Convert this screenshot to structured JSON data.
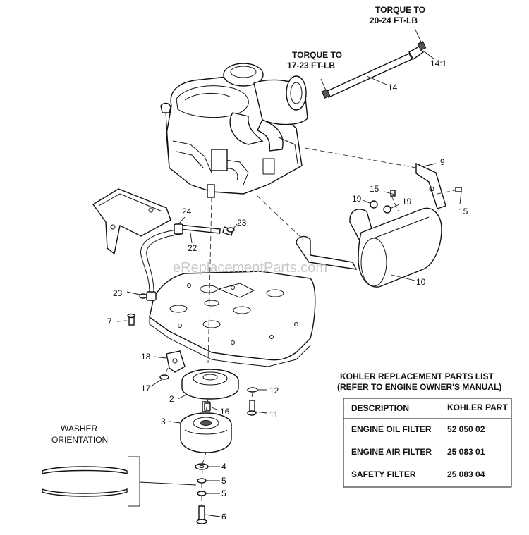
{
  "callouts": [
    {
      "id": "c14-1",
      "text": "14:1"
    },
    {
      "id": "c14",
      "text": "14"
    },
    {
      "id": "c9",
      "text": "9"
    },
    {
      "id": "c15a",
      "text": "15"
    },
    {
      "id": "c15b",
      "text": "15"
    },
    {
      "id": "c19a",
      "text": "19"
    },
    {
      "id": "c19b",
      "text": "19"
    },
    {
      "id": "c24",
      "text": "24"
    },
    {
      "id": "c23a",
      "text": "23"
    },
    {
      "id": "c22",
      "text": "22"
    },
    {
      "id": "c23b",
      "text": "23"
    },
    {
      "id": "c10",
      "text": "10"
    },
    {
      "id": "c7",
      "text": "7"
    },
    {
      "id": "c18",
      "text": "18"
    },
    {
      "id": "c17",
      "text": "17"
    },
    {
      "id": "c2",
      "text": "2"
    },
    {
      "id": "c12",
      "text": "12"
    },
    {
      "id": "c16",
      "text": "16"
    },
    {
      "id": "c11",
      "text": "11"
    },
    {
      "id": "c3",
      "text": "3"
    },
    {
      "id": "c4",
      "text": "4"
    },
    {
      "id": "c5a",
      "text": "5"
    },
    {
      "id": "c5b",
      "text": "5"
    },
    {
      "id": "c6",
      "text": "6"
    }
  ],
  "notes": {
    "torque_upper_line1": "TORQUE TO",
    "torque_upper_line2": "20-24 FT-LB",
    "torque_lower_line1": "TORQUE TO",
    "torque_lower_line2": "17-23 FT-LB",
    "washer_line1": "WASHER",
    "washer_line2": "ORIENTATION"
  },
  "watermark": "eReplacementParts.com",
  "parts_list": {
    "title_line1": "KOHLER REPLACEMENT PARTS LIST",
    "title_line2": "(REFER TO ENGINE OWNER'S MANUAL)",
    "headers": [
      "DESCRIPTION",
      "KOHLER PART"
    ],
    "rows": [
      [
        "ENGINE OIL FILTER",
        "52 050 02"
      ],
      [
        "ENGINE AIR FILTER",
        "25 083 01"
      ],
      [
        "SAFETY FILTER",
        "25 083 04"
      ]
    ]
  }
}
